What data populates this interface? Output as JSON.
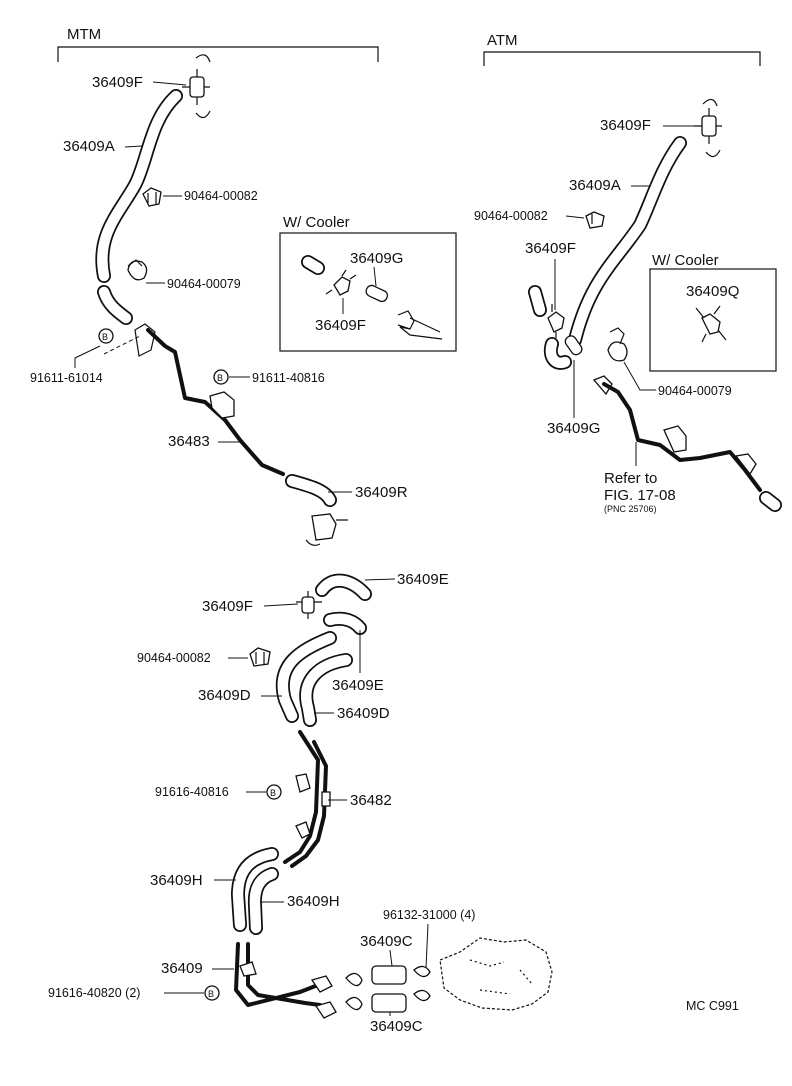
{
  "sections": {
    "mtm": "MTM",
    "atm": "ATM",
    "cooler_left": "W/ Cooler",
    "cooler_right": "W/ Cooler"
  },
  "labels": {
    "mtm_36409F": "36409F",
    "mtm_36409A": "36409A",
    "mtm_90464_00082": "90464-00082",
    "mtm_90464_00079": "90464-00079",
    "mtm_91611_61014": "91611-61014",
    "mtm_91611_40816": "91611-40816",
    "mtm_36483": "36483",
    "mtm_36409R": "36409R",
    "cooler_36409G": "36409G",
    "cooler_36409F": "36409F",
    "atm_36409F_top": "36409F",
    "atm_36409A": "36409A",
    "atm_90464_00082": "90464-00082",
    "atm_36409F_mid": "36409F",
    "atm_36409Q": "36409Q",
    "atm_36409G": "36409G",
    "atm_90464_00079": "90464-00079",
    "atm_refer_to": "Refer to",
    "atm_fig": "FIG. 17-08",
    "atm_pnc": "(PNC 25706)",
    "low_36409E_top": "36409E",
    "low_36409F": "36409F",
    "low_90464_00082": "90464-00082",
    "low_36409D_left": "36409D",
    "low_36409E_bottom": "36409E",
    "low_36409D_right": "36409D",
    "low_91616_40816": "91616-40816",
    "low_36482": "36482",
    "low_36409H_left": "36409H",
    "low_36409H_right": "36409H",
    "low_96132_31000": "96132-31000 (4)",
    "low_36409C_top": "36409C",
    "low_36409": "36409",
    "low_91616_40820": "91616-40820 (2)",
    "low_36409C_bottom": "36409C",
    "figure_code": "MC  C991"
  },
  "bolt_markers": {
    "symbol": "B"
  }
}
